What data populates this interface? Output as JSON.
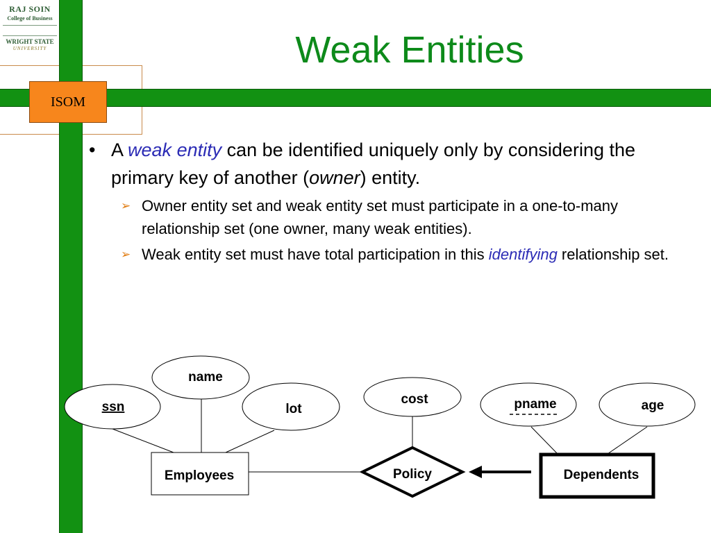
{
  "logo": {
    "line1": "RAJ SOIN",
    "line2": "College of Business",
    "line3": "WRIGHT STATE",
    "line4": "UNIVERSITY"
  },
  "badge": "ISOM",
  "title": "Weak Entities",
  "bullet1": {
    "text_a": "A ",
    "term": "weak entity",
    "text_b": " can be identified uniquely only by considering the primary key of another (",
    "owner": "owner",
    "text_c": ") entity."
  },
  "sub1": "Owner entity set and weak entity set must participate in a one-to-many relationship set (one owner, many weak entities).",
  "sub2": {
    "text_a": "Weak entity set must have total participation in this ",
    "term": "identifying",
    "text_b": " relationship set."
  },
  "diagram": {
    "attributes": {
      "name": "name",
      "ssn": "ssn",
      "lot": "lot",
      "cost": "cost",
      "pname": "pname",
      "age": "age"
    },
    "entities": {
      "employees": "Employees",
      "dependents": "Dependents"
    },
    "relationship": "Policy"
  },
  "colors": {
    "green_bar": "#129112",
    "title_green": "#0d8a1a",
    "badge_orange": "#f7861c",
    "term_blue": "#2b2bb5",
    "bullet_arrow": "#e07b10"
  }
}
